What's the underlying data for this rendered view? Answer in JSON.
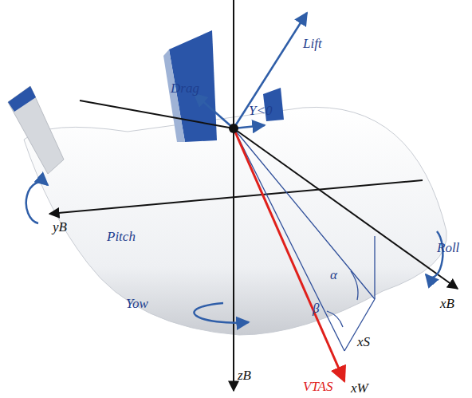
{
  "diagram": {
    "labels": [
      "Lift",
      "Drag",
      "Y<0",
      "yB",
      "Pitch",
      "Roll",
      "xB",
      "α",
      "β",
      "Yow",
      "xS",
      "zB",
      "VTAS",
      "xW"
    ]
  }
}
